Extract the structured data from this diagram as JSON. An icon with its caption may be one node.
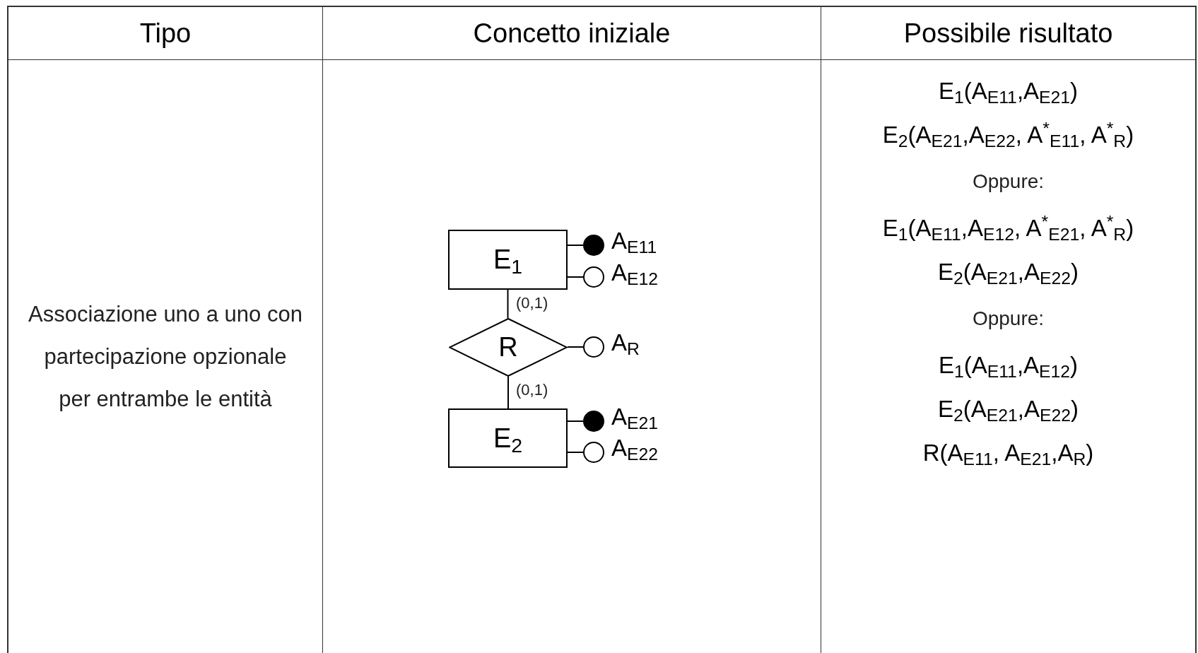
{
  "diagram": {
    "nodes": [
      {
        "text": [
          "E$_{1}$"
        ]
      },
      {
        "text": [
          "R"
        ]
      },
      {
        "text": [
          "E$_{2}$"
        ]
      },
      {
        "text": [],
        "shape": "dot",
        "beside": [
          "A$_{E11}$"
        ]
      },
      {
        "text": [],
        "shape": "circle",
        "beside": [
          "A$_{E12}$"
        ]
      },
      {
        "text": [],
        "shape": "circle",
        "beside": [
          "A$_{R}$"
        ]
      },
      {
        "text": [],
        "shape": "dot",
        "beside": [
          "A$_{E21}$"
        ]
      },
      {
        "text": [],
        "shape": "circle",
        "beside": [
          "A$_{E22}$"
        ]
      }
    ],
    "edges": [
      {
        "from": 0,
        "to": 1,
        "arrow": "none",
        "label": "(0,1)"
      },
      {
        "from": 1,
        "to": 2,
        "arrow": "none",
        "label": "(0,1)"
      },
      {
        "from": 0,
        "to": 3,
        "arrow": "none"
      },
      {
        "from": 0,
        "to": 4,
        "arrow": "none"
      },
      {
        "from": 1,
        "to": 5,
        "arrow": "none"
      },
      {
        "from": 2,
        "to": 6,
        "arrow": "none"
      },
      {
        "from": 2,
        "to": 7,
        "arrow": "none"
      }
    ],
    "labels": [
      "Tipo",
      "Concetto iniziale",
      "Possibile risultato",
      "Associazione uno a uno con partecipazione opzionale per entrambe le entità",
      "E$_{1}$(A$_{E11}$,A$_{E21}$)",
      "E$_{2}$(A$_{E21}$,A$_{E22}$, A$^{*}$$_{E11}$, A$^{*}$$_{R}$)",
      "Oppure:",
      "E$_{1}$(A$_{E11}$,A$_{E12}$, A$^{*}$$_{E21}$, A$^{*}$$_{R}$)",
      "E$_{2}$(A$_{E21}$,A$_{E22}$)",
      "Oppure:",
      "E$_{1}$(A$_{E11}$,A$_{E12}$)",
      "E$_{2}$(A$_{E21}$,A$_{E22}$)",
      "R(A$_{E11}$, A$_{E21}$,A$_{R}$)"
    ]
  }
}
